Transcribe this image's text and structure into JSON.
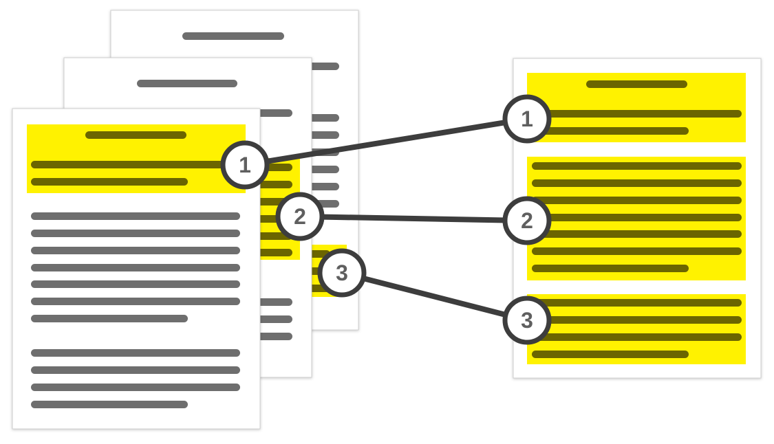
{
  "colors": {
    "page": "#ffffff",
    "page_border": "#cfcfcf",
    "text_line": "#6e6e6e",
    "highlight": "#fff200",
    "highlighted_text_line": "#6b6500",
    "connector": "#3d3d3d",
    "callout_fill": "#ffffff",
    "callout_stroke": "#3d3d3d",
    "callout_text": "#5f5f5f"
  },
  "callouts": [
    {
      "id": "section-1",
      "label": "1"
    },
    {
      "id": "section-2",
      "label": "2"
    },
    {
      "id": "section-3",
      "label": "3"
    }
  ]
}
